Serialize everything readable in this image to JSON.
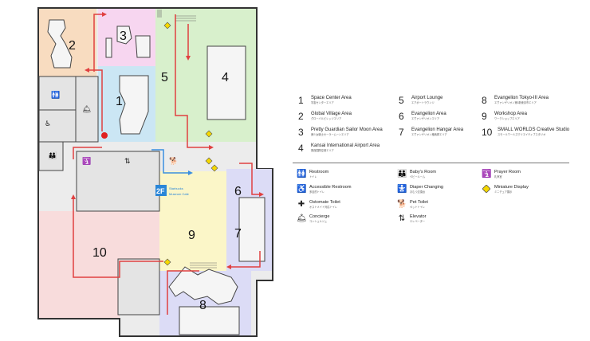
{
  "map": {
    "area_numbers": [
      "1",
      "2",
      "3",
      "4",
      "5",
      "6",
      "7",
      "8",
      "9",
      "10"
    ],
    "floor_badge": "2F",
    "floor_badge_text": [
      "Starbucks",
      "Museum Cafe"
    ]
  },
  "areas": [
    {
      "num": "1",
      "name": "Space Center Area",
      "sub": "宇宙センターエリア"
    },
    {
      "num": "2",
      "name": "Global Village Area",
      "sub": "グローバルビレッジエリア"
    },
    {
      "num": "3",
      "name": "Pretty Guardian Sailor Moon Area",
      "sub": "美少女戦士セーラームーンエリア"
    },
    {
      "num": "4",
      "name": "Kansai International Airport Area",
      "sub": "関西国際空港エリア"
    },
    {
      "num": "5",
      "name": "Airport Lounge",
      "sub": "エアポートラウンジ"
    },
    {
      "num": "6",
      "name": "Evangelion Area",
      "sub": "エヴァンゲリオンエリア"
    },
    {
      "num": "7",
      "name": "Evangelion Hangar Area",
      "sub": "エヴァンゲリオン格納庫エリア"
    },
    {
      "num": "8",
      "name": "Evangelion Tokyo-III Area",
      "sub": "エヴァンゲリオン第3新東京市エリア"
    },
    {
      "num": "9",
      "name": "Workshop Area",
      "sub": "ワークショップエリア"
    },
    {
      "num": "10",
      "name": "SMALL WORLDS Creative Studio",
      "sub": "スモールワールズクリエイティブスタジオ"
    }
  ],
  "symbols": [
    {
      "name": "Restroom",
      "sub": "トイレ",
      "icon": "restroom-icon"
    },
    {
      "name": "Baby's Room",
      "sub": "ベビールーム",
      "icon": "baby-room-icon"
    },
    {
      "name": "Prayer Room",
      "sub": "礼拝室",
      "icon": "prayer-room-icon"
    },
    {
      "name": "Accessible Restroom",
      "sub": "多目的トイレ",
      "icon": "accessible-restroom-icon"
    },
    {
      "name": "Diaper Changing",
      "sub": "おむつ交換台",
      "icon": "diaper-changing-icon"
    },
    {
      "name": "Miniature Display",
      "sub": "ミニチュア展示",
      "icon": "miniature-display-icon"
    },
    {
      "name": "Ostomate Toilet",
      "sub": "オストメイト対応トイレ",
      "icon": "ostomate-toilet-icon"
    },
    {
      "name": "Pet Toilet",
      "sub": "ペットトイレ",
      "icon": "pet-toilet-icon"
    },
    {
      "name": "Concierge",
      "sub": "コンシェルジュ",
      "icon": "concierge-icon"
    },
    {
      "name": "Elevator",
      "sub": "エレベーター",
      "icon": "elevator-icon"
    }
  ],
  "colors": {
    "area1": "#cbe6f4",
    "area2": "#f8dcc0",
    "area3": "#f7d6f0",
    "area45": "#d8f0cc",
    "area67": "#dcdcf6",
    "area8": "#dcdcf6",
    "area9": "#fbf6c8",
    "area10": "#f8dcdc",
    "route": "#e04040",
    "blue_route": "#3a8ee0",
    "miniature": "#f5d800",
    "badge": "#2a86d8"
  }
}
